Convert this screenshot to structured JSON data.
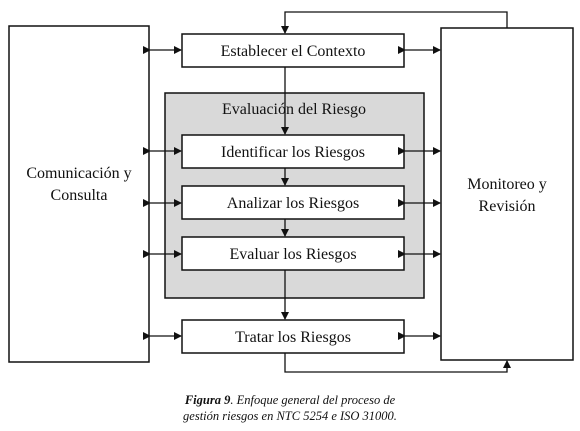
{
  "diagram": {
    "left_box": {
      "line1": "Comunicación y",
      "line2": "Consulta"
    },
    "right_box": {
      "line1": "Monitoreo y",
      "line2": "Revisión"
    },
    "context_box": "Establecer el Contexto",
    "assessment_panel": "Evaluación del Riesgo",
    "identify_box": "Identificar los Riesgos",
    "analyze_box": "Analizar los Riesgos",
    "evaluate_box": "Evaluar los Riesgos",
    "treat_box": "Tratar los Riesgos"
  },
  "caption": {
    "label": "Figura 9",
    "text": ". Enfoque general del proceso de",
    "line2": "gestión riesgos en NTC 5254 e ISO 31000."
  },
  "colors": {
    "assessment_fill": "#d9d9d9",
    "line": "#111111"
  }
}
